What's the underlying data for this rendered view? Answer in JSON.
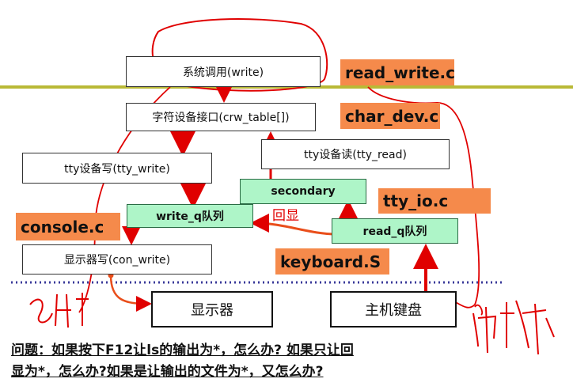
{
  "boxes": {
    "syscall": "系统调用(write)",
    "char_interface": "字符设备接口(crw_table[])",
    "tty_read": "tty设备读(tty_read)",
    "tty_write": "tty设备写(tty_write)",
    "secondary": "secondary",
    "write_q": "write_q队列",
    "read_q": "read_q队列",
    "con_write": "显示器写(con_write)",
    "display": "显示器",
    "keyboard": "主机键盘"
  },
  "file_labels": {
    "read_write": "read_write.c",
    "char_dev": "char_dev.c",
    "tty_io": "tty_io.c",
    "console": "console.c",
    "keyboard_s": "keyboard.S"
  },
  "echo_label": "回显",
  "question": {
    "line1": "问题：如果按下F12让ls的输出为*，怎么办? 如果只让回",
    "line2": "显为*，怎么办?如果是让输出的文件为*，又怎么办?"
  },
  "colors": {
    "label_bg": "#f58a4b",
    "queue_bg": "#aef5c8",
    "annotation_red": "#e00000",
    "divider_olive": "#b9b936",
    "divider_blue": "#3a3a9a"
  }
}
